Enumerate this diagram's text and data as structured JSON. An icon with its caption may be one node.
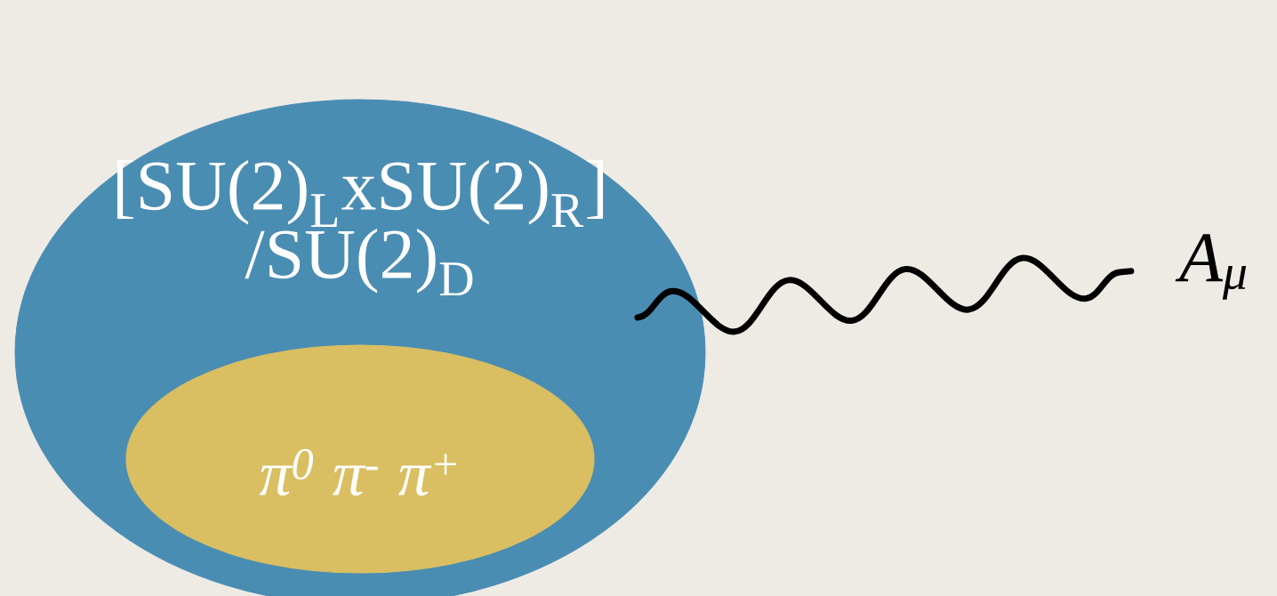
{
  "diagram": {
    "nodes": [
      {
        "text": [
          "[SU(2)$_{L}$xSU(2)$_{R}$] /SU(2)$_{D}$"
        ]
      },
      {
        "text": [
          "π$^{0}$ π$^{-}$ π$^{+}$"
        ],
        "in": 0
      },
      {
        "text": [
          "A$_{μ}$"
        ]
      }
    ],
    "edges": [
      {
        "from": 0,
        "to": 2,
        "arrow": "none"
      }
    ]
  }
}
